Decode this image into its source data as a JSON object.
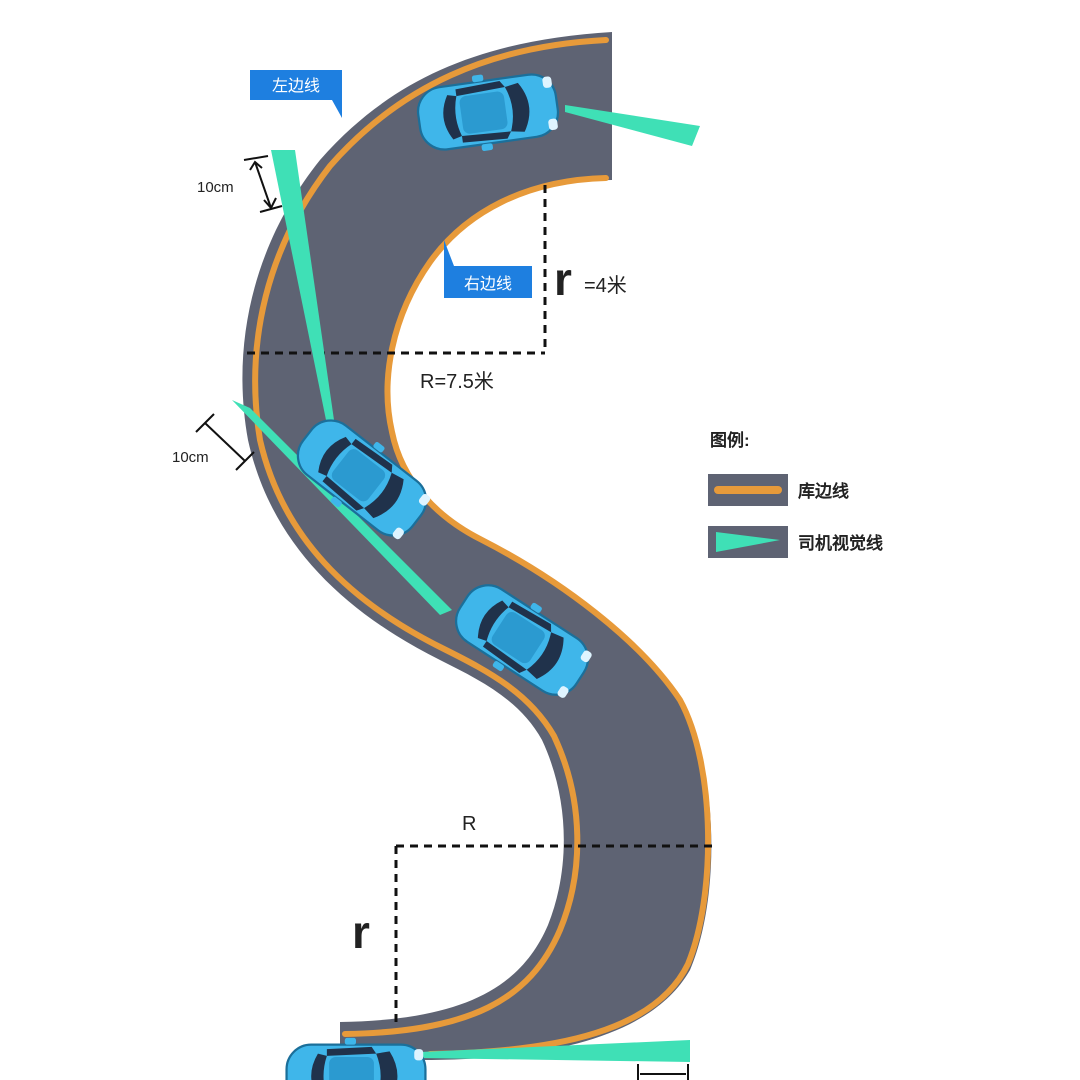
{
  "labels": {
    "left_edge": "左边线",
    "right_edge": "右边线",
    "small_r_symbol": "r",
    "small_r_value": "=4米",
    "big_r_text": "R=7.5米",
    "gap_top": "10cm",
    "gap_mid": "10cm",
    "bottom_R": "R",
    "bottom_r": "r"
  },
  "legend": {
    "title": "图例:",
    "items": [
      {
        "label": "库边线",
        "icon": "road-edge-swatch"
      },
      {
        "label": "司机视觉线",
        "icon": "sight-line-swatch"
      }
    ]
  },
  "colors": {
    "road": "#5e6373",
    "edge_line": "#e79a3a",
    "sight_line": "#3fe0b6",
    "car_body": "#3fb6ea",
    "car_glass": "#20324b",
    "callout": "#1e7fe0",
    "text": "#222222"
  }
}
